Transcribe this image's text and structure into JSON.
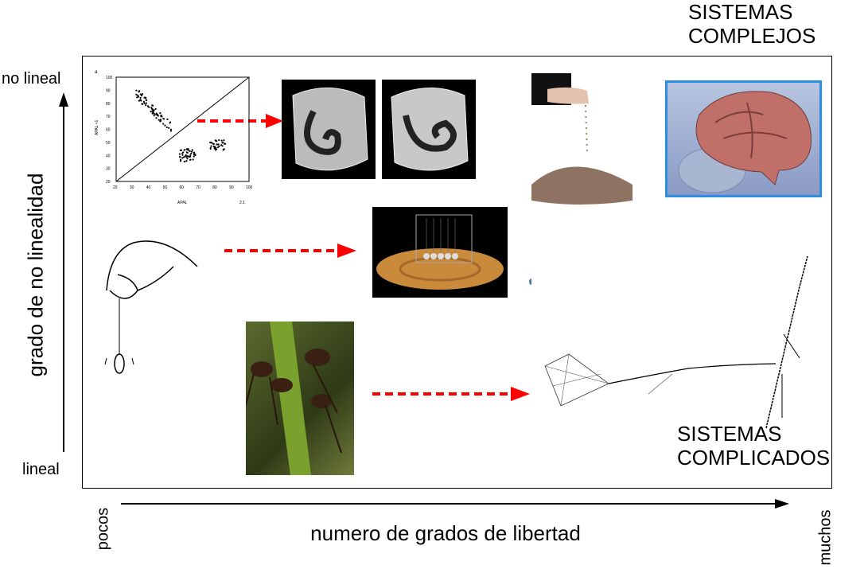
{
  "title_top": {
    "line1": "SISTEMAS",
    "line2": "COMPLEJOS"
  },
  "title_bottom": {
    "line1": "SISTEMAS",
    "line2": "COMPLICADOS"
  },
  "y_axis": {
    "label": "grado de no linealidad",
    "top": "no lineal",
    "bottom": "lineal"
  },
  "x_axis": {
    "label": "numero de grados de libertad",
    "left": "pocos",
    "right": "muchos"
  },
  "scatter_inset": {
    "panel_letter": "a",
    "x_ticks": [
      "20",
      "30",
      "40",
      "50",
      "60",
      "70",
      "80",
      "90",
      "100"
    ],
    "y_ticks": [
      "20",
      "30",
      "40",
      "50",
      "60",
      "70",
      "80",
      "90",
      "100"
    ],
    "x_label": "APAL",
    "y_label": "APAL +1",
    "corner": "2.1"
  },
  "colors": {
    "arrow": "#ff0000",
    "brain_border": "#2a8fe0",
    "wood": "#c98a3c"
  }
}
